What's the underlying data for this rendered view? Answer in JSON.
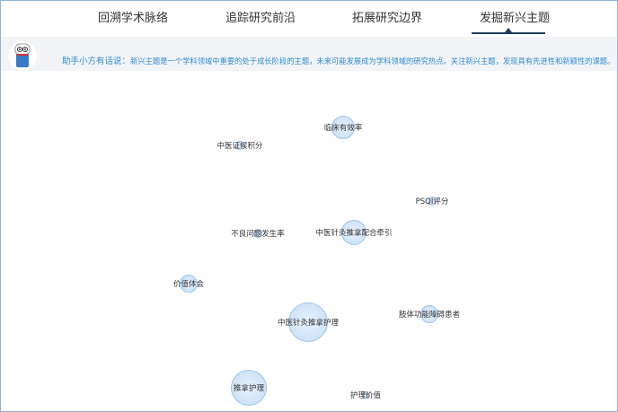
{
  "tabs": [
    {
      "label": "回溯学术脉络"
    },
    {
      "label": "追踪研究前沿"
    },
    {
      "label": "拓展研究边界"
    },
    {
      "label": "发掘新兴主题",
      "active": true
    }
  ],
  "tip": {
    "prefix": "助手小方有话说：",
    "text": "新兴主题是一个学科领域中重要的处于成长阶段的主题，未来可能发展成为学科领域的研究热点。关注新兴主题，发现具有先进性和新颖性的课题。"
  },
  "nodes": [
    {
      "label": "临床有效率",
      "weight": 3
    },
    {
      "label": "中医证候积分",
      "weight": 1
    },
    {
      "label": "PSQI评分",
      "weight": 1
    },
    {
      "label": "不良问题发生率",
      "weight": 1
    },
    {
      "label": "中医针灸推拿配合牵引",
      "weight": 3
    },
    {
      "label": "价值体会",
      "weight": 2
    },
    {
      "label": "中医针灸推拿护理",
      "weight": 5
    },
    {
      "label": "肢体功能障碍患者",
      "weight": 2
    },
    {
      "label": "推拿护理",
      "weight": 5
    },
    {
      "label": "护理价值",
      "weight": 1
    }
  ],
  "colors": {
    "accent": "#2f8bd0",
    "nav": "#1f3a5f",
    "node": "#cfe3f8"
  }
}
